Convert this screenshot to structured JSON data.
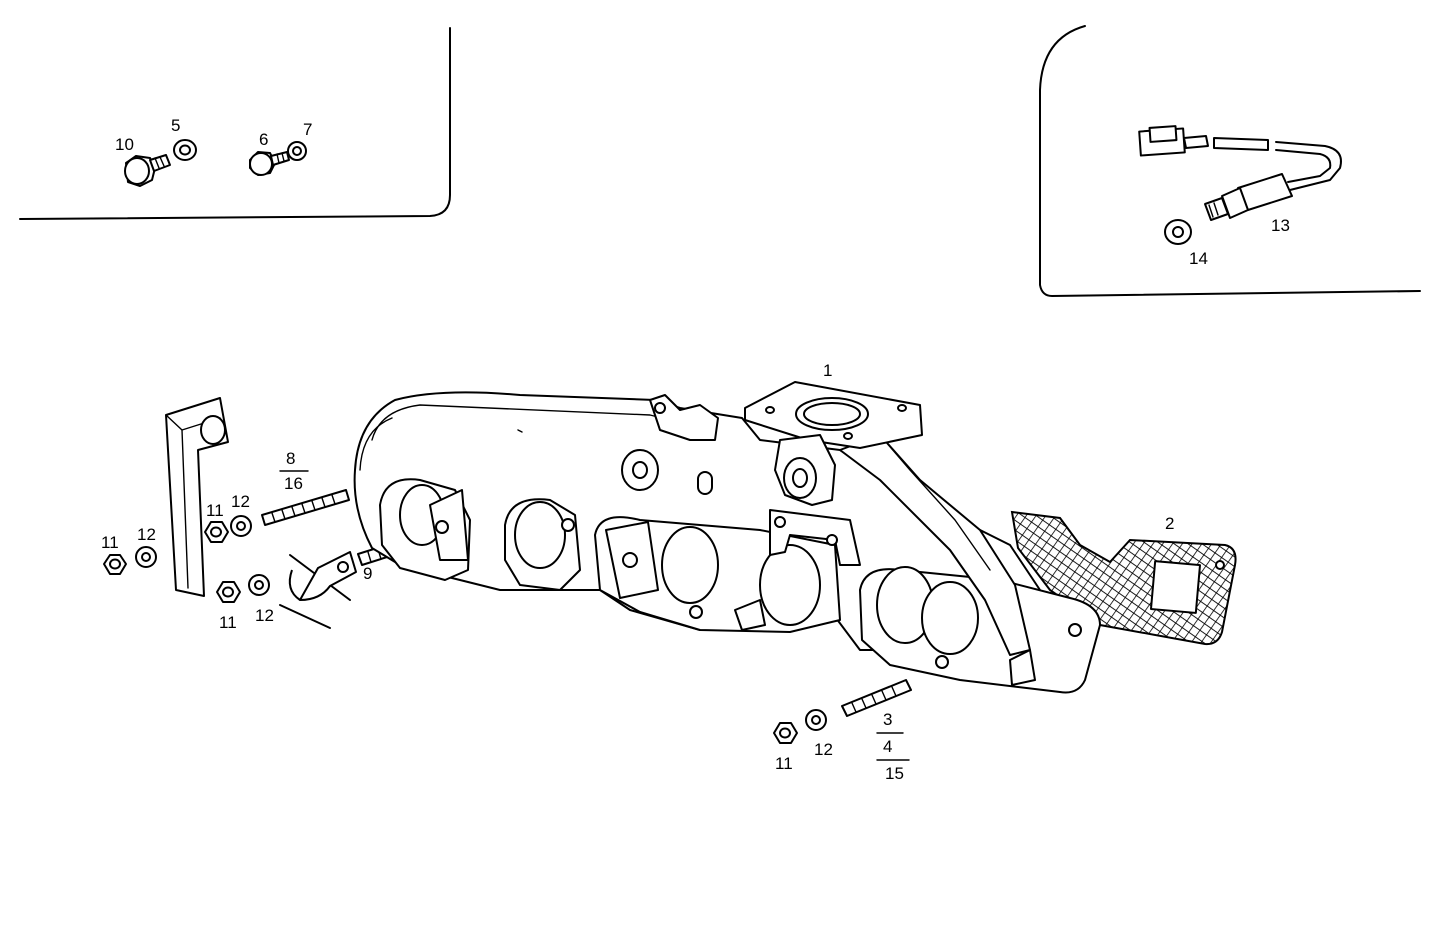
{
  "figure": {
    "type": "exploded-parts-diagram",
    "callouts": {
      "manifold": "1",
      "gasket": "2",
      "stud_long_a": "3",
      "stud_long_b": "4",
      "stud_long_c": "15",
      "washer_5": "5",
      "bolt_6": "6",
      "washer_7": "7",
      "stud_front_a": "8",
      "stud_front_b": "16",
      "stud_9": "9",
      "bolt_10": "10",
      "nut_11": "11",
      "washer_12": "12",
      "sensor_13": "13",
      "washer_14": "14"
    }
  }
}
